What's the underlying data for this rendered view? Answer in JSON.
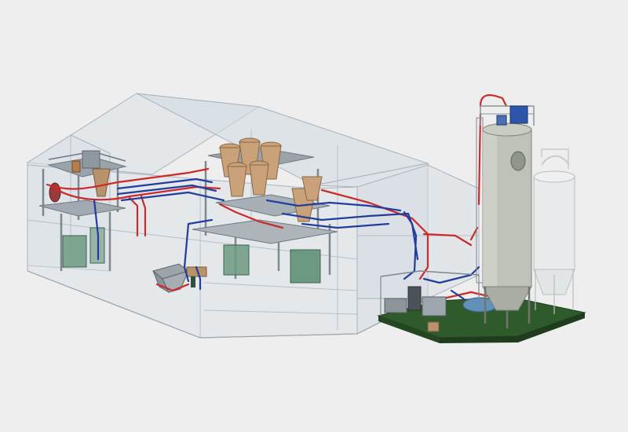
{
  "scene": {
    "background": "#eeeeee",
    "colors": {
      "building_fill": "#d8e0e6",
      "building_edge": "#a9b4bd",
      "steel": "#8a949c",
      "red_pipe": "#cc2a2a",
      "blue_pipe": "#223e9c",
      "hopper": "#c9a27a",
      "machine_green": "#5f8f76",
      "silo": "#b9bdb4",
      "silo_ghost": "#e6e9ea",
      "green_pad": "#2f5a2b"
    },
    "components": [
      "transparent-building",
      "left-mixing-tower",
      "central-cyclone-platform",
      "ground-feed-hopper",
      "conveying-pipelines",
      "main-silo",
      "secondary-silo",
      "outdoor-equipment-pad"
    ]
  }
}
